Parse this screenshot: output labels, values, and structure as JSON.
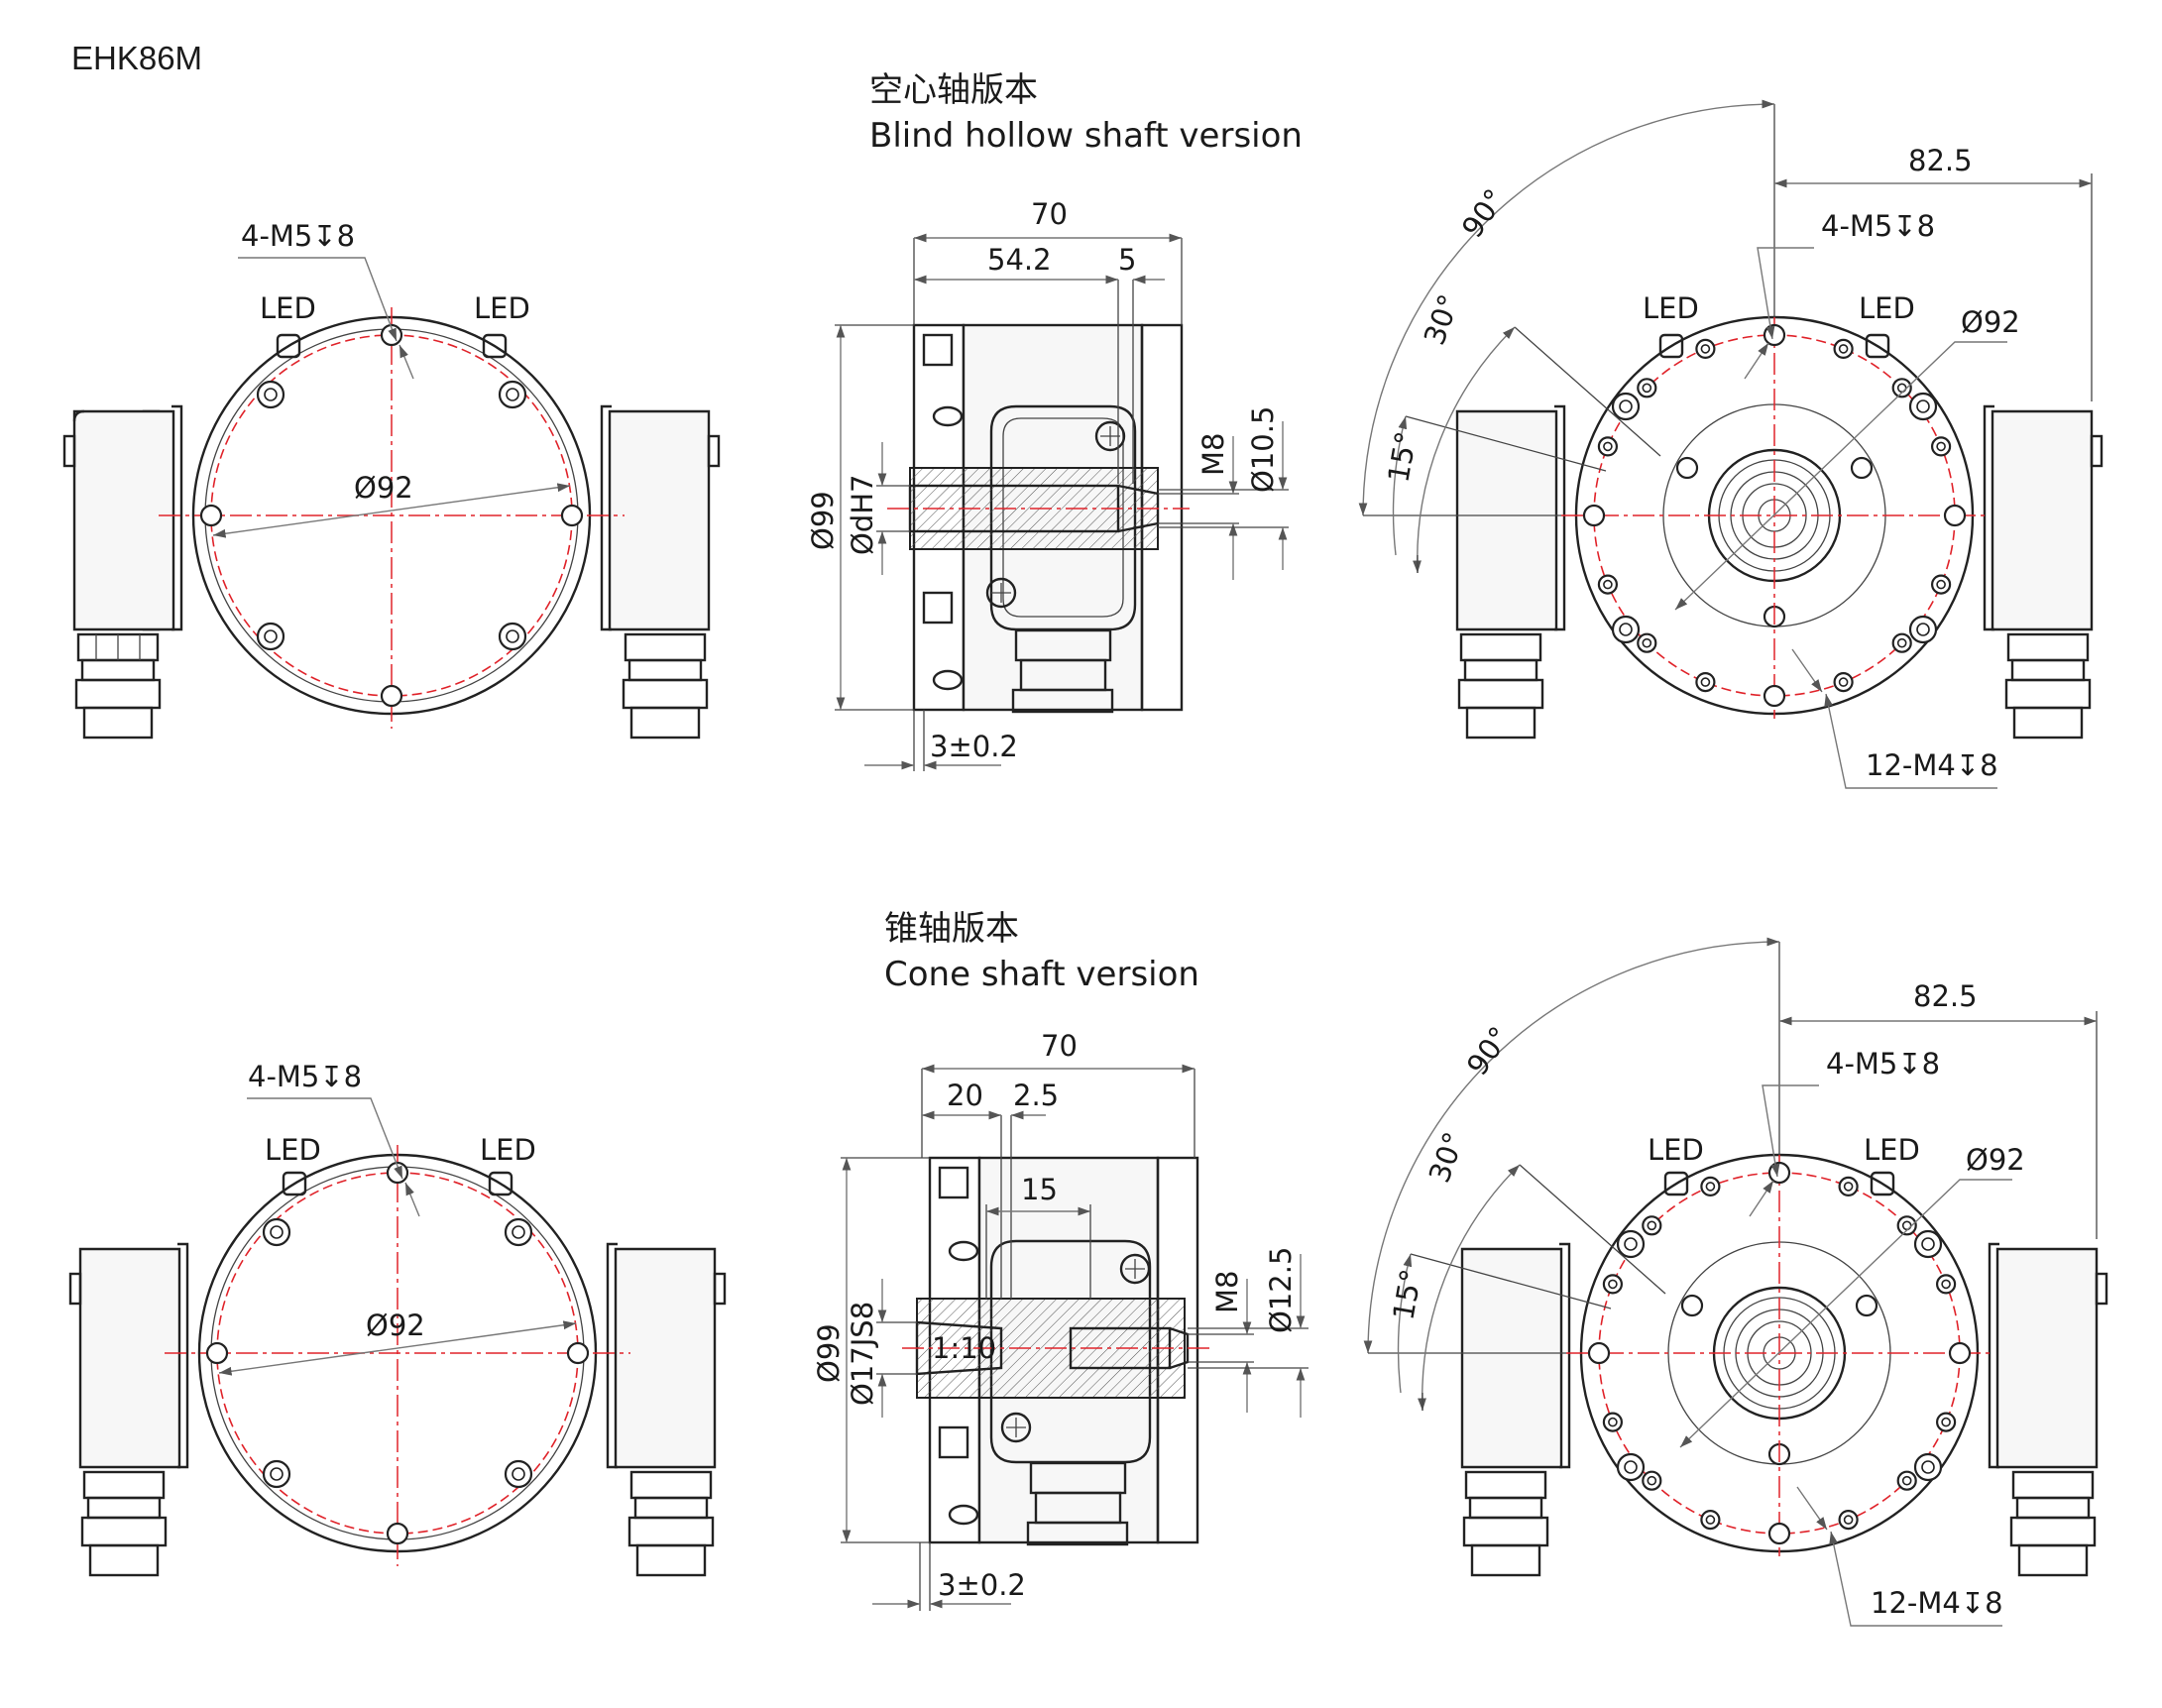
{
  "model": "EHK86M",
  "sections": [
    {
      "title_cn": "空心轴版本",
      "title_en": "Blind hollow shaft version",
      "front": {
        "led_left": "LED",
        "led_right": "LED",
        "bolt_label": "4-M5↧8",
        "pcd_label": "Ø92"
      },
      "side": {
        "overall": "70",
        "dim_a": "54.2",
        "dim_b": "5",
        "dia_body": "Ø99",
        "dia_shaft": "ØdH7",
        "thread": "M8",
        "dia_small": "Ø10.5",
        "flange": "3±0.2"
      },
      "rear": {
        "led_left": "LED",
        "led_right": "LED",
        "width": "82.5",
        "bolt_label": "4-M5↧8",
        "pcd_label": "Ø92",
        "holes_label": "12-M4↧8",
        "angle_90": "90°",
        "angle_30": "30°",
        "angle_15": "15°"
      }
    },
    {
      "title_cn": "锥轴版本",
      "title_en": "Cone shaft version",
      "front": {
        "led_left": "LED",
        "led_right": "LED",
        "bolt_label": "4-M5↧8",
        "pcd_label": "Ø92"
      },
      "side": {
        "overall": "70",
        "dim_a": "20",
        "dim_b": "2.5",
        "dim_c": "15",
        "dia_body": "Ø99",
        "dia_shaft": "Ø17JS8",
        "taper": "1:10",
        "thread": "M8",
        "dia_small": "Ø12.5",
        "flange": "3±0.2"
      },
      "rear": {
        "led_left": "LED",
        "led_right": "LED",
        "width": "82.5",
        "bolt_label": "4-M5↧8",
        "pcd_label": "Ø92",
        "holes_label": "12-M4↧8",
        "angle_90": "90°",
        "angle_30": "30°",
        "angle_15": "15°"
      }
    }
  ]
}
